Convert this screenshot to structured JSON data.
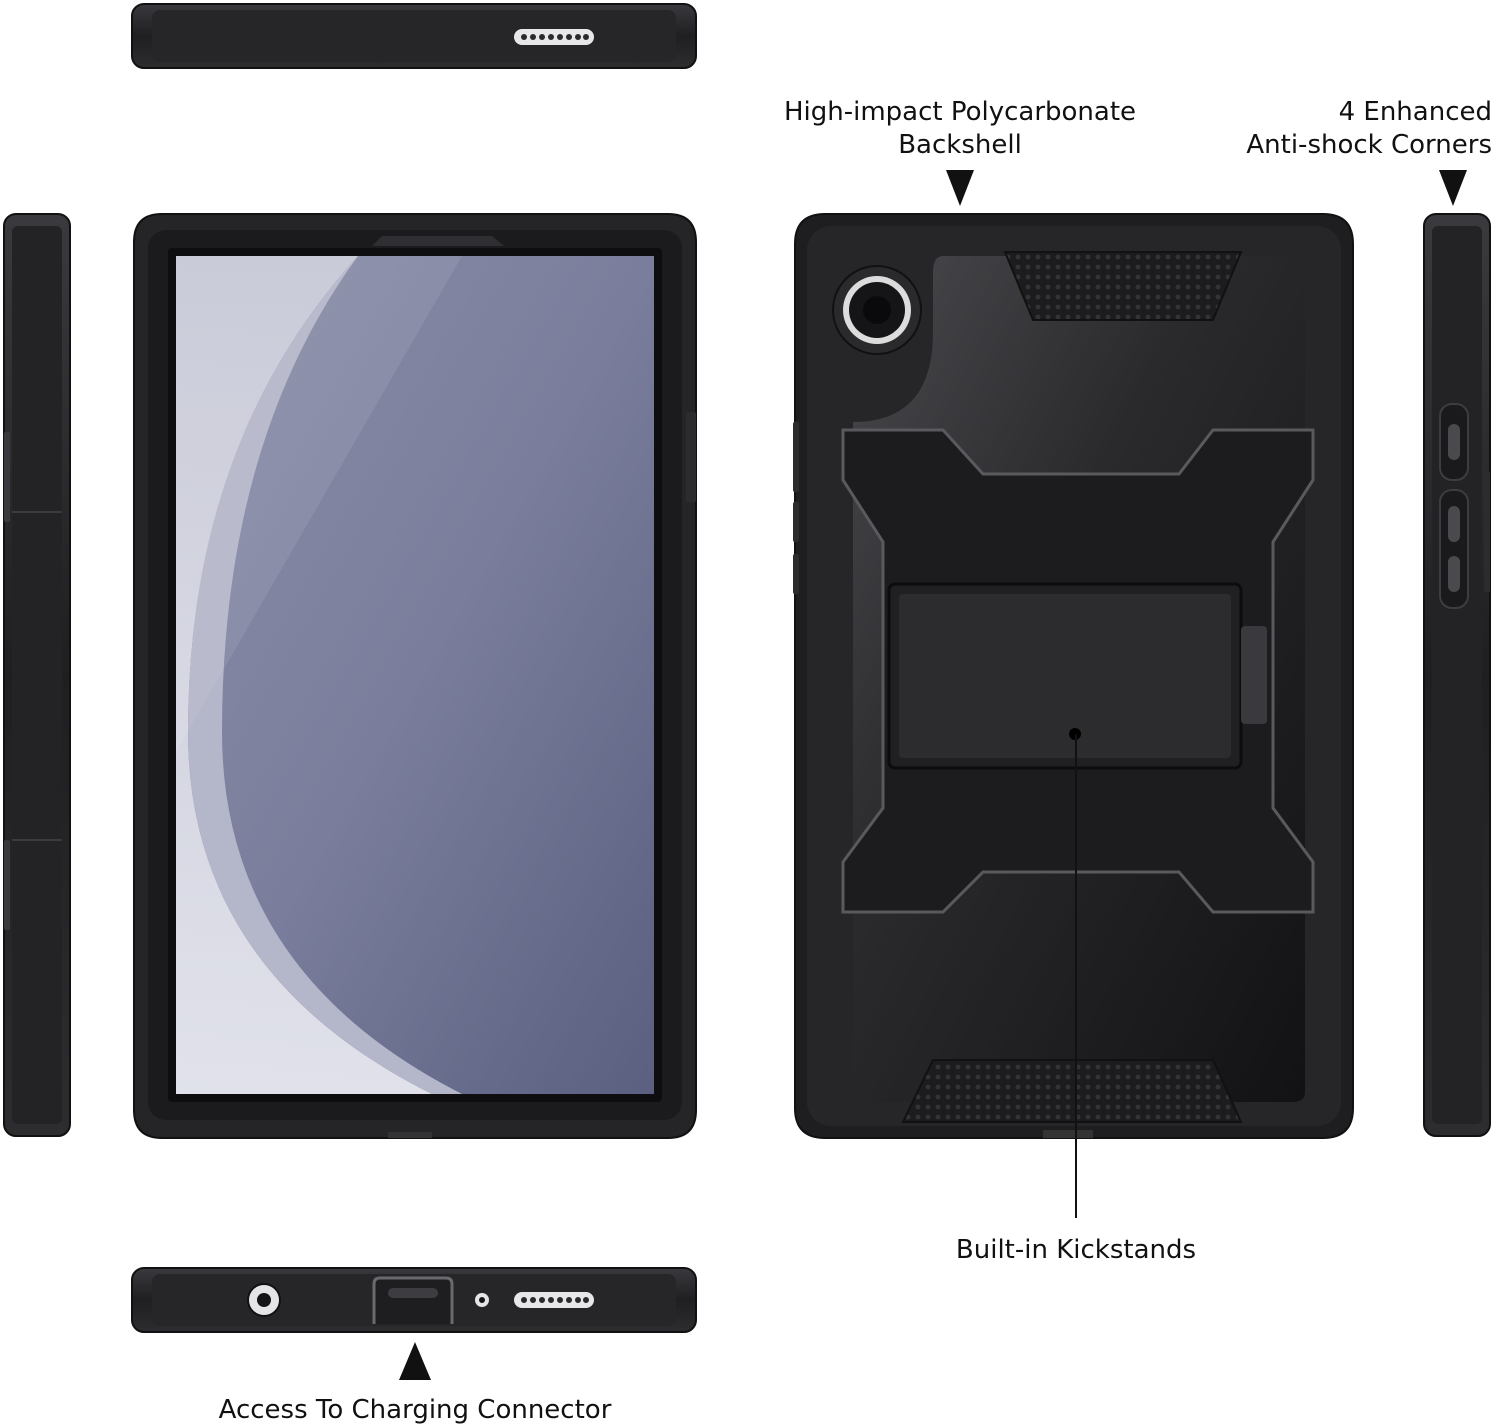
{
  "labels": {
    "backshell_line1": "High-impact Polycarbonate",
    "backshell_line2": "Backshell",
    "corners_line1": "4 Enhanced",
    "corners_line2": "Anti-shock Corners",
    "kickstand": "Built-in Kickstands",
    "charging": "Access To Charging Connector"
  },
  "colors": {
    "case_dark": "#1b1b1d",
    "case_mid": "#2e2e31",
    "case_edge": "#4a4a4e",
    "screen_top": "#a3a6bd",
    "screen_bottom": "#cfd1e0"
  },
  "icons": [
    "down-arrow-icon",
    "up-arrow-icon",
    "camera-lens-icon",
    "speaker-grille-icon",
    "usb-port-icon"
  ]
}
